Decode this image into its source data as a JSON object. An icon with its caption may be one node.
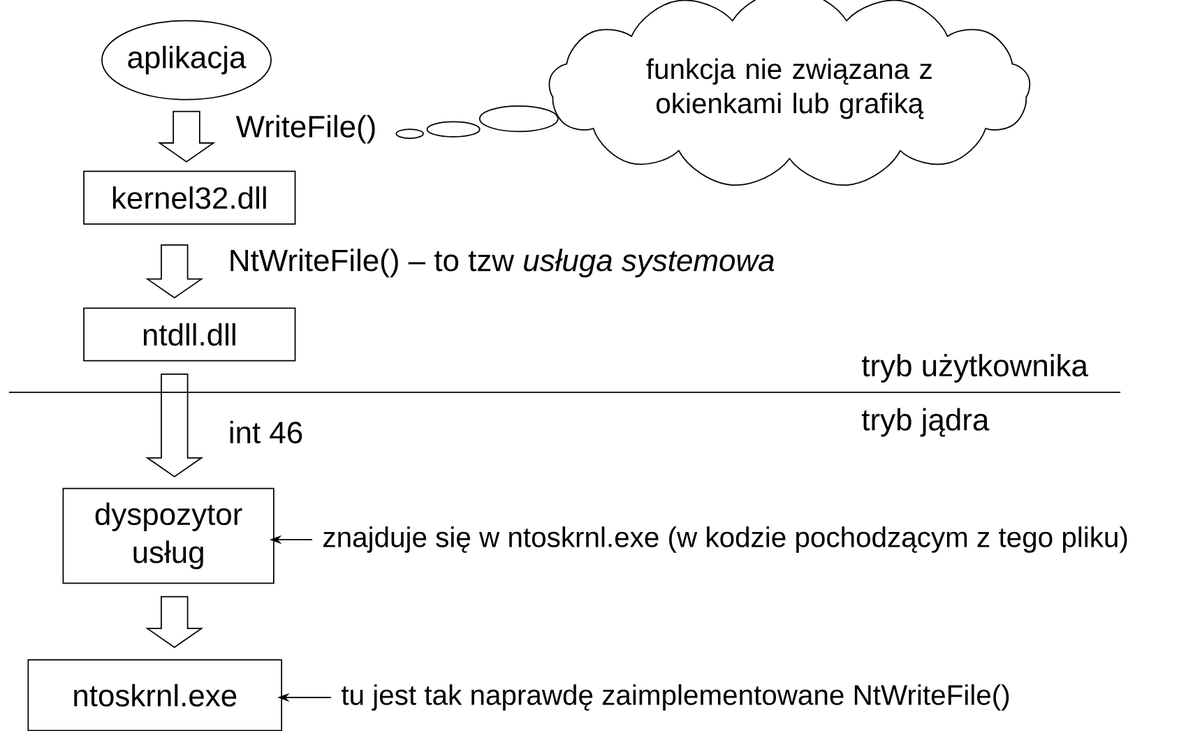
{
  "diagram": {
    "nodes": [
      {
        "text": [
          "aplikacja"
        ]
      },
      {
        "text": [
          "funkcja nie związana z okienkami lub grafiką"
        ]
      },
      {
        "text": [
          "kernel32.dll"
        ]
      },
      {
        "text": [
          "ntdll.dll"
        ]
      },
      {
        "text": [
          "dyspozytor usług"
        ]
      },
      {
        "text": [
          "ntoskrnl.exe"
        ]
      },
      {
        "text": [
          "znajduje się w ntoskrnl.exe (w kodzie pochodzącym z tego pliku)"
        ]
      },
      {
        "text": [
          "tu jest tak naprawdę zaimplementowane NtWriteFile()"
        ]
      }
    ],
    "edges": [
      {
        "from": 0,
        "to": 2,
        "arrow": "to",
        "label": "WriteFile()"
      },
      {
        "from": 2,
        "to": 3,
        "arrow": "to",
        "label": "NtWriteFile() – to tzw *usługa systemowa*"
      },
      {
        "from": 3,
        "to": 4,
        "arrow": "to",
        "label": "int 46"
      },
      {
        "from": 4,
        "to": 5,
        "arrow": "to"
      },
      {
        "from": 6,
        "to": 4,
        "arrow": "to"
      },
      {
        "from": 7,
        "to": 5,
        "arrow": "to"
      }
    ],
    "labels": [
      "tryb użytkownika",
      "tryb jądra"
    ]
  }
}
